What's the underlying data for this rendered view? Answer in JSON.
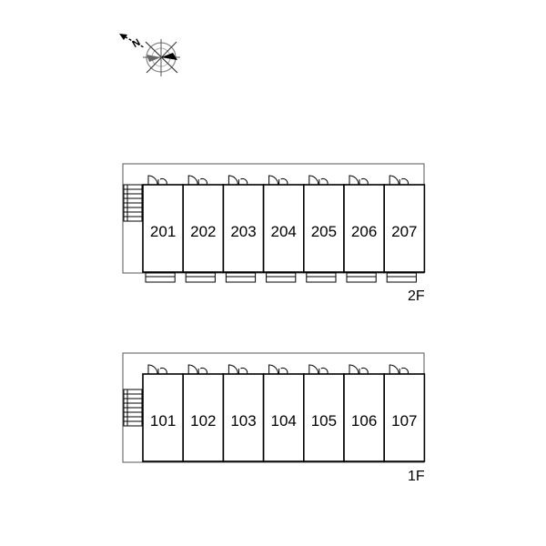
{
  "compass": {
    "label": "N",
    "icon": "north-compass-icon"
  },
  "floors": [
    {
      "label": "2F",
      "units": [
        "201",
        "202",
        "203",
        "204",
        "205",
        "206",
        "207"
      ]
    },
    {
      "label": "1F",
      "units": [
        "101",
        "102",
        "103",
        "104",
        "105",
        "106",
        "107"
      ]
    }
  ],
  "colors": {
    "line": "#000000",
    "outline": "#555555",
    "background": "#ffffff"
  }
}
